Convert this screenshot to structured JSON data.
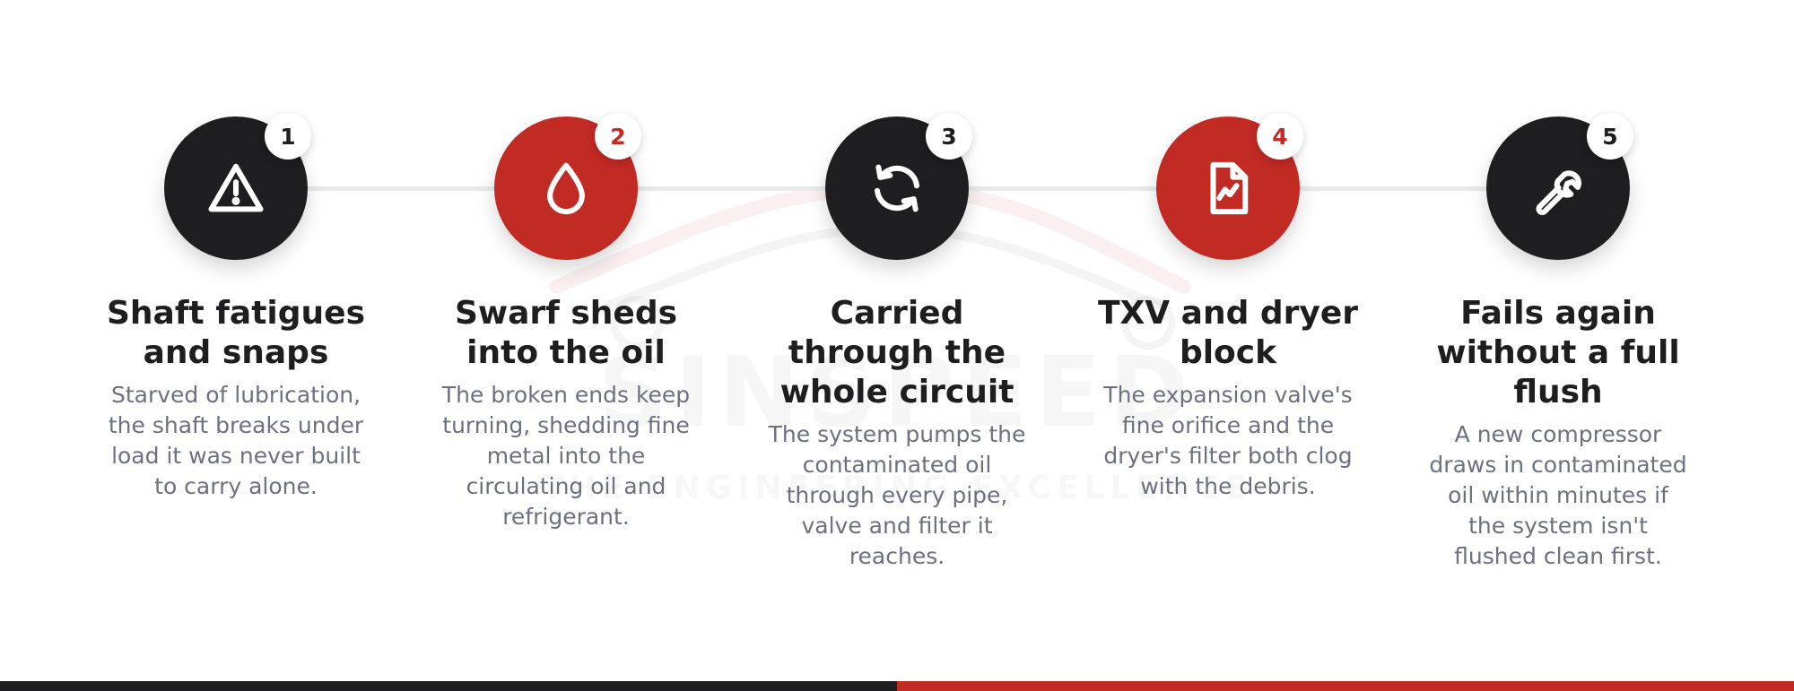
{
  "watermark": {
    "brand_text": "SINSPEED",
    "tagline": "THE ENGINEERING EXCELLENCE"
  },
  "colors": {
    "dark": "#1e1e20",
    "red": "#c22a24",
    "text_muted": "#6b7180",
    "connector": "#e9eaec"
  },
  "steps": [
    {
      "number": "1",
      "icon": "warning-triangle-icon",
      "title": "Shaft fatigues and snaps",
      "description": "Starved of lubrication, the shaft breaks under load it was never built to carry alone."
    },
    {
      "number": "2",
      "icon": "oil-drop-icon",
      "title": "Swarf sheds into the oil",
      "description": "The broken ends keep turning, shedding fine metal into the circulating oil and refrigerant."
    },
    {
      "number": "3",
      "icon": "refresh-cycle-icon",
      "title": "Carried through the whole circuit",
      "description": "The system pumps the contaminated oil through every pipe, valve and filter it reaches."
    },
    {
      "number": "4",
      "icon": "document-chart-icon",
      "title": "TXV and dryer block",
      "description": "The expansion valve's fine orifice and the dryer's filter both clog with the debris."
    },
    {
      "number": "5",
      "icon": "wrench-icon",
      "title": "Fails again without a full flush",
      "description": "A new compressor draws in contaminated oil within minutes if the system isn't flushed clean first."
    }
  ]
}
